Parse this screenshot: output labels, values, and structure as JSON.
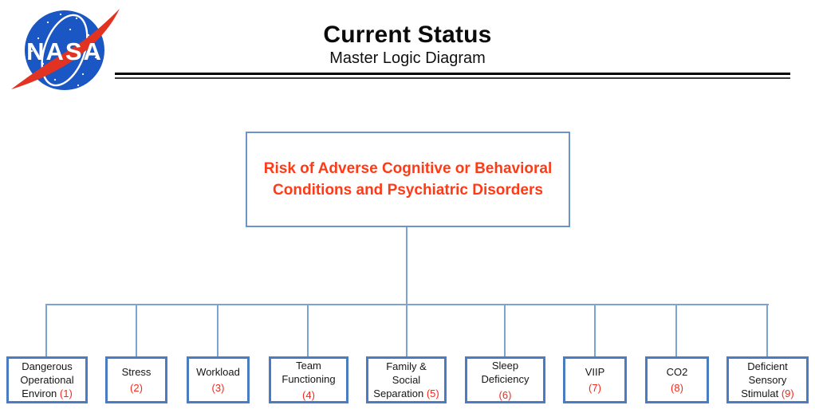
{
  "header": {
    "title": "Current Status",
    "subtitle": "Master Logic Diagram",
    "logo_text": "NASA"
  },
  "colors": {
    "root_border": "#6e93cb",
    "box_border": "#4a7cc2",
    "connector": "#7ea3d2",
    "root_text": "#ff3a17",
    "number_red": "#f9261b",
    "nasa_blue": "#1a56c4",
    "nasa_red": "#e23322"
  },
  "diagram": {
    "root": {
      "label": "Risk of Adverse Cognitive or Behavioral Conditions and Psychiatric Disorders"
    },
    "children": [
      {
        "line1": "Dangerous",
        "line2": "Operational",
        "line3": "Environ",
        "number": "(1)"
      },
      {
        "line1": "Stress",
        "number": "(2)"
      },
      {
        "line1": "Workload",
        "number": "(3)"
      },
      {
        "line1": "Team",
        "line2": "Functioning",
        "number": "(4)"
      },
      {
        "line1": "Family &",
        "line2": "Social",
        "line3": "Separation",
        "number": "(5)"
      },
      {
        "line1": "Sleep",
        "line2": "Deficiency",
        "number": "(6)"
      },
      {
        "line1": "VIIP",
        "number": "(7)"
      },
      {
        "line1": "CO2",
        "number": "(8)"
      },
      {
        "line1": "Deficient",
        "line2": "Sensory",
        "line3": "Stimulat",
        "number": "(9)"
      }
    ]
  }
}
